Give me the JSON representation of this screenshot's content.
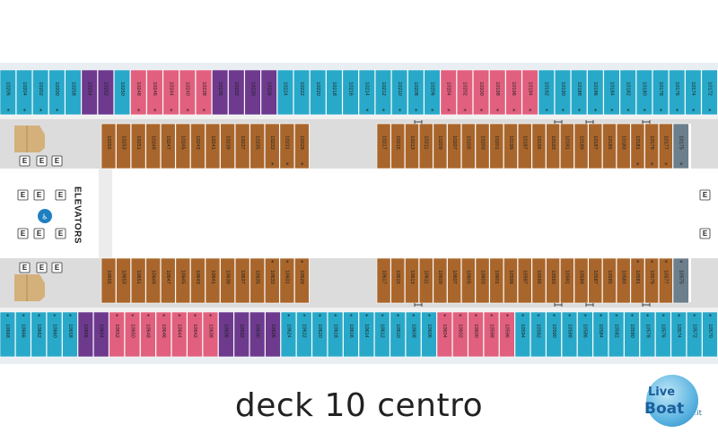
{
  "title": "deck 10 centro",
  "labels": {
    "elevators": "ELEVATORS",
    "e": "E"
  },
  "logo": {
    "text_live": "Live",
    "text_boat": "Boat",
    "text_tld": ".it"
  },
  "colors": {
    "teal": "#29a9c9",
    "pink": "#e2607f",
    "purple": "#6d3a8e",
    "brown": "#a9662c",
    "slate": "#6b7f8c",
    "corridor": "#dcdcdc",
    "white_strip": "#ffffff"
  },
  "top_outer_cabins": [
    {
      "num": "10206",
      "c": "teal",
      "s": true
    },
    {
      "num": "10204",
      "c": "teal",
      "s": true
    },
    {
      "num": "10202",
      "c": "teal",
      "s": true
    },
    {
      "num": "10200",
      "c": "teal",
      "s": true
    },
    {
      "num": "10258",
      "c": "teal",
      "s": false
    },
    {
      "num": "10254",
      "c": "purple",
      "s": false
    },
    {
      "num": "10252",
      "c": "purple",
      "s": false
    },
    {
      "num": "10250",
      "c": "teal",
      "s": false
    },
    {
      "num": "10248",
      "c": "pink",
      "s": true
    },
    {
      "num": "10246",
      "c": "pink",
      "s": true
    },
    {
      "num": "10244",
      "c": "pink",
      "s": true
    },
    {
      "num": "10240",
      "c": "pink",
      "s": true
    },
    {
      "num": "10238",
      "c": "pink",
      "s": true
    },
    {
      "num": "10236",
      "c": "purple",
      "s": false
    },
    {
      "num": "10232",
      "c": "purple",
      "s": false
    },
    {
      "num": "10230",
      "c": "purple",
      "s": false
    },
    {
      "num": "10226",
      "c": "purple",
      "s": false
    },
    {
      "num": "10224",
      "c": "teal",
      "s": false
    },
    {
      "num": "10222",
      "c": "teal",
      "s": false
    },
    {
      "num": "10220",
      "c": "teal",
      "s": false
    },
    {
      "num": "10218",
      "c": "teal",
      "s": false
    },
    {
      "num": "10216",
      "c": "teal",
      "s": false
    },
    {
      "num": "10214",
      "c": "teal",
      "s": true
    },
    {
      "num": "10212",
      "c": "teal",
      "s": true
    },
    {
      "num": "10210",
      "c": "teal",
      "s": true
    },
    {
      "num": "10208",
      "c": "teal",
      "s": true
    },
    {
      "num": "10206",
      "c": "teal",
      "s": true
    },
    {
      "num": "10204",
      "c": "pink",
      "s": true
    },
    {
      "num": "10202",
      "c": "pink",
      "s": true
    },
    {
      "num": "10200",
      "c": "pink",
      "s": true
    },
    {
      "num": "10198",
      "c": "pink",
      "s": true
    },
    {
      "num": "10196",
      "c": "pink",
      "s": true
    },
    {
      "num": "10194",
      "c": "pink",
      "s": true
    },
    {
      "num": "10192",
      "c": "teal",
      "s": true
    },
    {
      "num": "10190",
      "c": "teal",
      "s": true
    },
    {
      "num": "10188",
      "c": "teal",
      "s": true
    },
    {
      "num": "10186",
      "c": "teal",
      "s": true
    },
    {
      "num": "10184",
      "c": "teal",
      "s": true
    },
    {
      "num": "10182",
      "c": "teal",
      "s": true
    },
    {
      "num": "10180",
      "c": "teal",
      "s": true
    },
    {
      "num": "10178",
      "c": "teal",
      "s": true
    },
    {
      "num": "10176",
      "c": "teal",
      "s": true
    },
    {
      "num": "10174",
      "c": "teal",
      "s": true
    },
    {
      "num": "10172",
      "c": "teal",
      "s": true
    }
  ],
  "top_inner_left": [
    "10255",
    "10253",
    "10251",
    "10249",
    "10247",
    "10245",
    "10243",
    "10241",
    "10239",
    "10237",
    "10235",
    "10233",
    "10231",
    "10229"
  ],
  "top_inner_right": [
    "10217",
    "10215",
    "10213",
    "10211",
    "10209",
    "10207",
    "10205",
    "10203",
    "10201",
    "10199",
    "10197",
    "10195",
    "10193",
    "10191",
    "10189",
    "10187",
    "10185",
    "10183",
    "10181",
    "10179",
    "10177"
  ],
  "top_inner_slate": "10175",
  "bottom_inner_left": [
    "10655",
    "10653",
    "10651",
    "10649",
    "10647",
    "10645",
    "10643",
    "10641",
    "10639",
    "10637",
    "10635",
    "10633",
    "10631",
    "10629"
  ],
  "bottom_inner_right": [
    "10617",
    "10615",
    "10613",
    "10611",
    "10609",
    "10607",
    "10605",
    "10603",
    "10601",
    "10599",
    "10597",
    "10595",
    "10593",
    "10591",
    "10589",
    "10587",
    "10585",
    "10583",
    "10581",
    "10579",
    "10577"
  ],
  "bottom_inner_slate": "10575",
  "bottom_outer_cabins": [
    {
      "num": "10668",
      "c": "teal",
      "s": true
    },
    {
      "num": "10666",
      "c": "teal",
      "s": true
    },
    {
      "num": "10662",
      "c": "teal",
      "s": true
    },
    {
      "num": "10660",
      "c": "teal",
      "s": true
    },
    {
      "num": "10658",
      "c": "teal",
      "s": true
    },
    {
      "num": "10656",
      "c": "purple",
      "s": false
    },
    {
      "num": "10654",
      "c": "purple",
      "s": false
    },
    {
      "num": "10652",
      "c": "pink",
      "s": true
    },
    {
      "num": "10650",
      "c": "pink",
      "s": true
    },
    {
      "num": "10648",
      "c": "pink",
      "s": true
    },
    {
      "num": "10646",
      "c": "pink",
      "s": true
    },
    {
      "num": "10644",
      "c": "pink",
      "s": true
    },
    {
      "num": "10642",
      "c": "pink",
      "s": true
    },
    {
      "num": "10638",
      "c": "pink",
      "s": true
    },
    {
      "num": "10636",
      "c": "purple",
      "s": false
    },
    {
      "num": "10632",
      "c": "purple",
      "s": false
    },
    {
      "num": "10630",
      "c": "purple",
      "s": false
    },
    {
      "num": "10626",
      "c": "purple",
      "s": false
    },
    {
      "num": "10624",
      "c": "teal",
      "s": true
    },
    {
      "num": "10622",
      "c": "teal",
      "s": true
    },
    {
      "num": "10620",
      "c": "teal",
      "s": true
    },
    {
      "num": "10618",
      "c": "teal",
      "s": true
    },
    {
      "num": "10616",
      "c": "teal",
      "s": true
    },
    {
      "num": "10614",
      "c": "teal",
      "s": true
    },
    {
      "num": "10612",
      "c": "teal",
      "s": true
    },
    {
      "num": "10610",
      "c": "teal",
      "s": true
    },
    {
      "num": "10608",
      "c": "teal",
      "s": true
    },
    {
      "num": "10606",
      "c": "teal",
      "s": true
    },
    {
      "num": "10604",
      "c": "pink",
      "s": true
    },
    {
      "num": "10602",
      "c": "pink",
      "s": true
    },
    {
      "num": "10600",
      "c": "pink",
      "s": true
    },
    {
      "num": "10598",
      "c": "pink",
      "s": true
    },
    {
      "num": "10596",
      "c": "pink",
      "s": true
    },
    {
      "num": "10594",
      "c": "teal",
      "s": true
    },
    {
      "num": "10592",
      "c": "teal",
      "s": true
    },
    {
      "num": "10590",
      "c": "teal",
      "s": true
    },
    {
      "num": "10588",
      "c": "teal",
      "s": true
    },
    {
      "num": "10586",
      "c": "teal",
      "s": true
    },
    {
      "num": "10584",
      "c": "teal",
      "s": true
    },
    {
      "num": "10582",
      "c": "teal",
      "s": true
    },
    {
      "num": "10580",
      "c": "teal",
      "s": true
    },
    {
      "num": "10578",
      "c": "teal",
      "s": true
    },
    {
      "num": "10576",
      "c": "teal",
      "s": true
    },
    {
      "num": "10574",
      "c": "teal",
      "s": true
    },
    {
      "num": "10572",
      "c": "teal",
      "s": true
    },
    {
      "num": "10570",
      "c": "teal",
      "s": true
    }
  ]
}
